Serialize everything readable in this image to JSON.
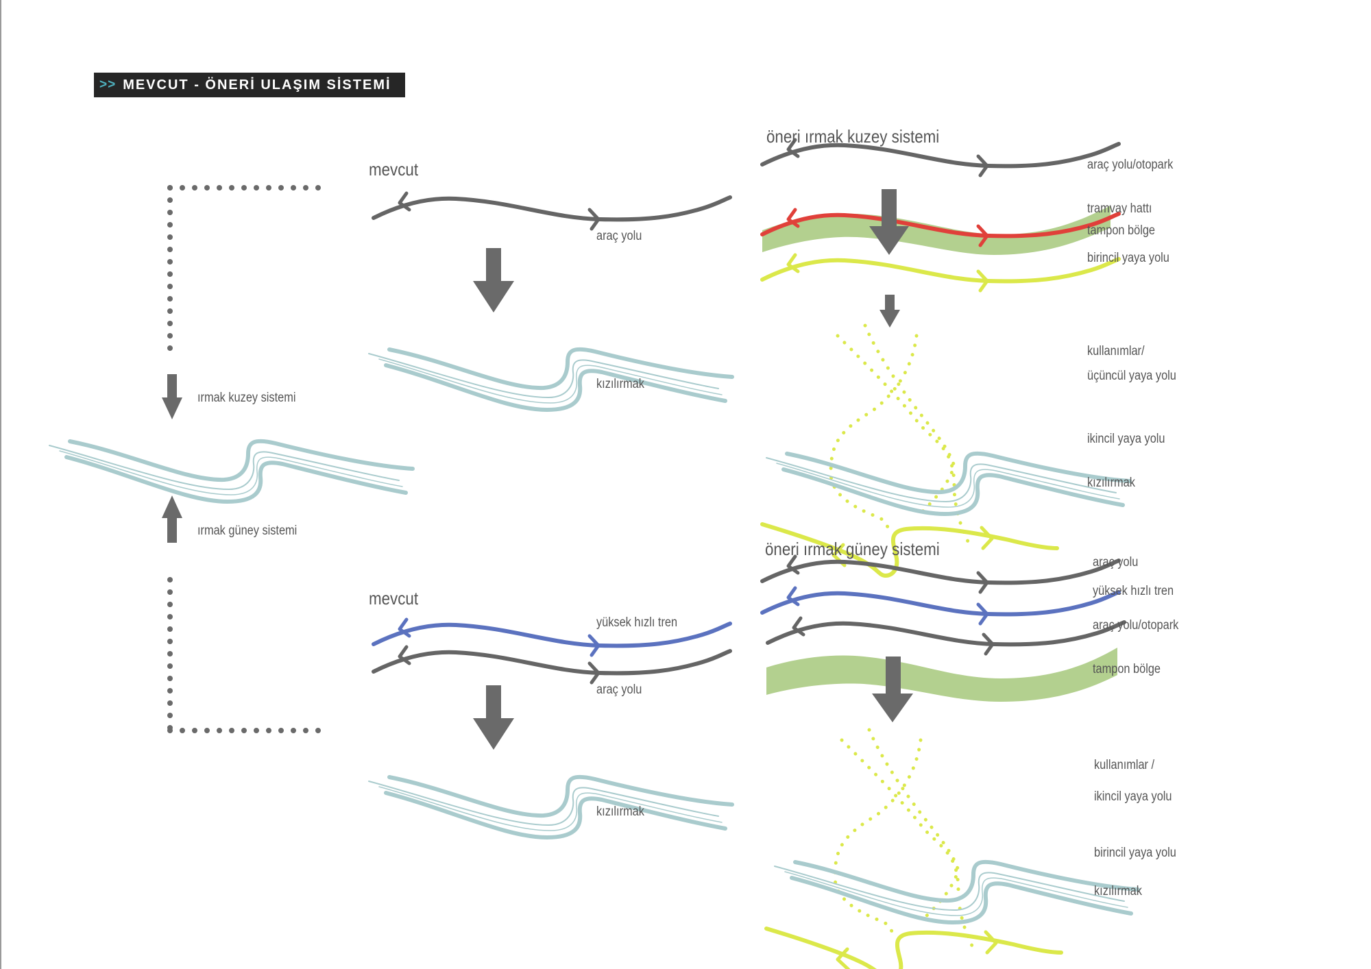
{
  "title": {
    "chevrons": ">>",
    "text": "MEVCUT - ÖNERİ ULAŞIM SİSTEMİ"
  },
  "colors": {
    "road": "#656565",
    "river": "#a9cbcd",
    "tram": "#e0403a",
    "buffer": "#b3d08f",
    "pedestrian": "#dbe84a",
    "train": "#5b72bf",
    "arrow": "#6a6a6a",
    "title_bg": "#262626",
    "title_accent": "#4fb3c0"
  },
  "left": {
    "north_label": "ırmak kuzey sistemi",
    "south_label": "ırmak güney sistemi"
  },
  "existing_north": {
    "heading": "mevcut",
    "road_label": "araç yolu",
    "river_label": "kızılırmak"
  },
  "existing_south": {
    "heading": "mevcut",
    "train_label": "yüksek hızlı tren",
    "road_label": "araç yolu",
    "river_label": "kızılırmak"
  },
  "proposed_north": {
    "heading": "öneri ırmak kuzey sistemi",
    "labels": {
      "road": "araç yolu/otopark",
      "tram": "tramvay hattı",
      "buffer": "tampon bölge",
      "primary_ped": "birincil yaya yolu",
      "uses_1": "kullanımlar/",
      "uses_2": "üçüncül yaya yolu",
      "secondary_ped": "ikincil yaya yolu",
      "river": "kızılırmak"
    }
  },
  "proposed_south": {
    "heading": "öneri ırmak güney sistemi",
    "labels": {
      "road": "araç yolu",
      "train": "yüksek hızlı tren",
      "road_parking": "araç yolu/otopark",
      "buffer": "tampon bölge",
      "uses_1": "kullanımlar /",
      "uses_2": "ikincil yaya yolu",
      "primary_ped": "birincil yaya yolu",
      "river": "kızılırmak"
    }
  }
}
